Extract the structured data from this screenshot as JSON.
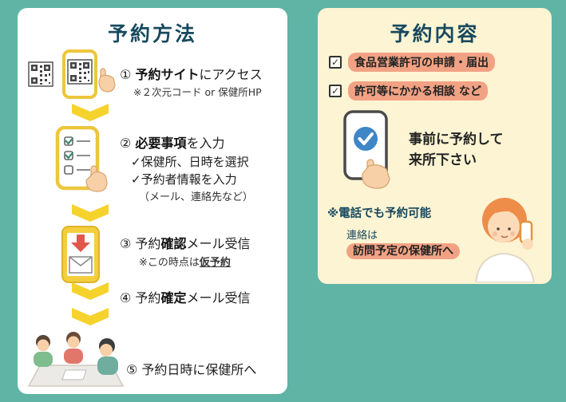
{
  "colors": {
    "background": "#5fb4a5",
    "panel_left": "#ffffff",
    "panel_right": "#fcf4d3",
    "title": "#17495e",
    "arrow_yellow": "#f6d22d",
    "highlight_salmon": "#f2a284",
    "check_blue": "#3f86c6"
  },
  "icons": {
    "check": "✓"
  },
  "left": {
    "title": "予約方法",
    "steps": [
      {
        "p1": "① ",
        "em": "予約サイト",
        "p2": "にアクセス",
        "note": "※２次元コード or 保健所HP"
      },
      {
        "p1": "② ",
        "em": "必要事項",
        "p2": "を入力",
        "sub1": "✓保健所、日時を選択",
        "sub2": "✓予約者情報を入力",
        "sub3": "（メール、連絡先など）"
      },
      {
        "p1": "③ 予約",
        "em": "確認",
        "p2": "メール受信",
        "note_p1": "※この時点は",
        "note_u": "仮予約"
      },
      {
        "p1": "④ 予約",
        "em": "確定",
        "p2": "メール受信"
      },
      {
        "p1": "⑤ 予約日時に保健所へ"
      }
    ]
  },
  "right": {
    "title": "予約内容",
    "items": [
      {
        "label": "食品営業許可の申請・届出"
      },
      {
        "label": "許可等にかかる相談 など"
      }
    ],
    "advice_line1": "事前に予約して",
    "advice_line2": "来所下さい",
    "phone_note": "※電話でも予約可能",
    "contact_p1": "連絡は",
    "contact_hl": "訪問予定の保健所へ"
  }
}
